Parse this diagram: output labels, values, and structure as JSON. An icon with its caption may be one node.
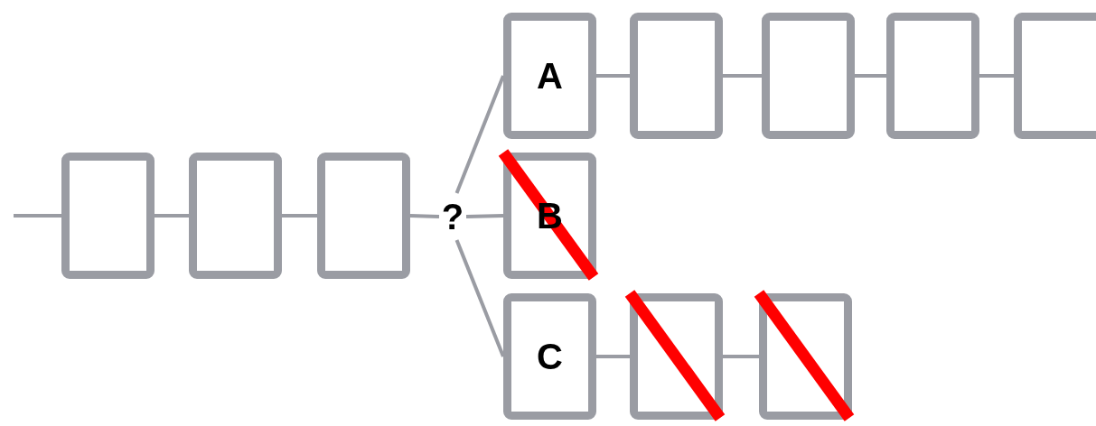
{
  "diagram": {
    "nodes": [
      {
        "text": [],
        "shape": "box"
      },
      {
        "text": [],
        "shape": "box"
      },
      {
        "text": [],
        "shape": "box"
      },
      {
        "text": [
          "?"
        ]
      },
      {
        "text": [
          "A"
        ]
      },
      {
        "text": [],
        "shape": "box"
      },
      {
        "text": [],
        "shape": "box"
      },
      {
        "text": [],
        "shape": "box"
      },
      {
        "text": [],
        "shape": "box"
      },
      {
        "text": [
          "B"
        ]
      },
      {
        "text": [
          "C"
        ]
      },
      {
        "text": [],
        "shape": "box"
      },
      {
        "text": [],
        "shape": "box"
      }
    ],
    "edges": [
      {
        "from": null,
        "to": 0,
        "arrow": "none"
      },
      {
        "from": 0,
        "to": 1,
        "arrow": "none"
      },
      {
        "from": 1,
        "to": 2,
        "arrow": "none"
      },
      {
        "from": 2,
        "to": 3,
        "arrow": "none"
      },
      {
        "from": 3,
        "to": 4,
        "arrow": "none"
      },
      {
        "from": 3,
        "to": 9,
        "arrow": "none"
      },
      {
        "from": 3,
        "to": 10,
        "arrow": "none"
      },
      {
        "from": 4,
        "to": 5,
        "arrow": "none"
      },
      {
        "from": 5,
        "to": 6,
        "arrow": "none"
      },
      {
        "from": 6,
        "to": 7,
        "arrow": "none"
      },
      {
        "from": 7,
        "to": 8,
        "arrow": "none"
      },
      {
        "from": 10,
        "to": 11,
        "arrow": "none"
      },
      {
        "from": 11,
        "to": 12,
        "arrow": "none"
      }
    ]
  }
}
